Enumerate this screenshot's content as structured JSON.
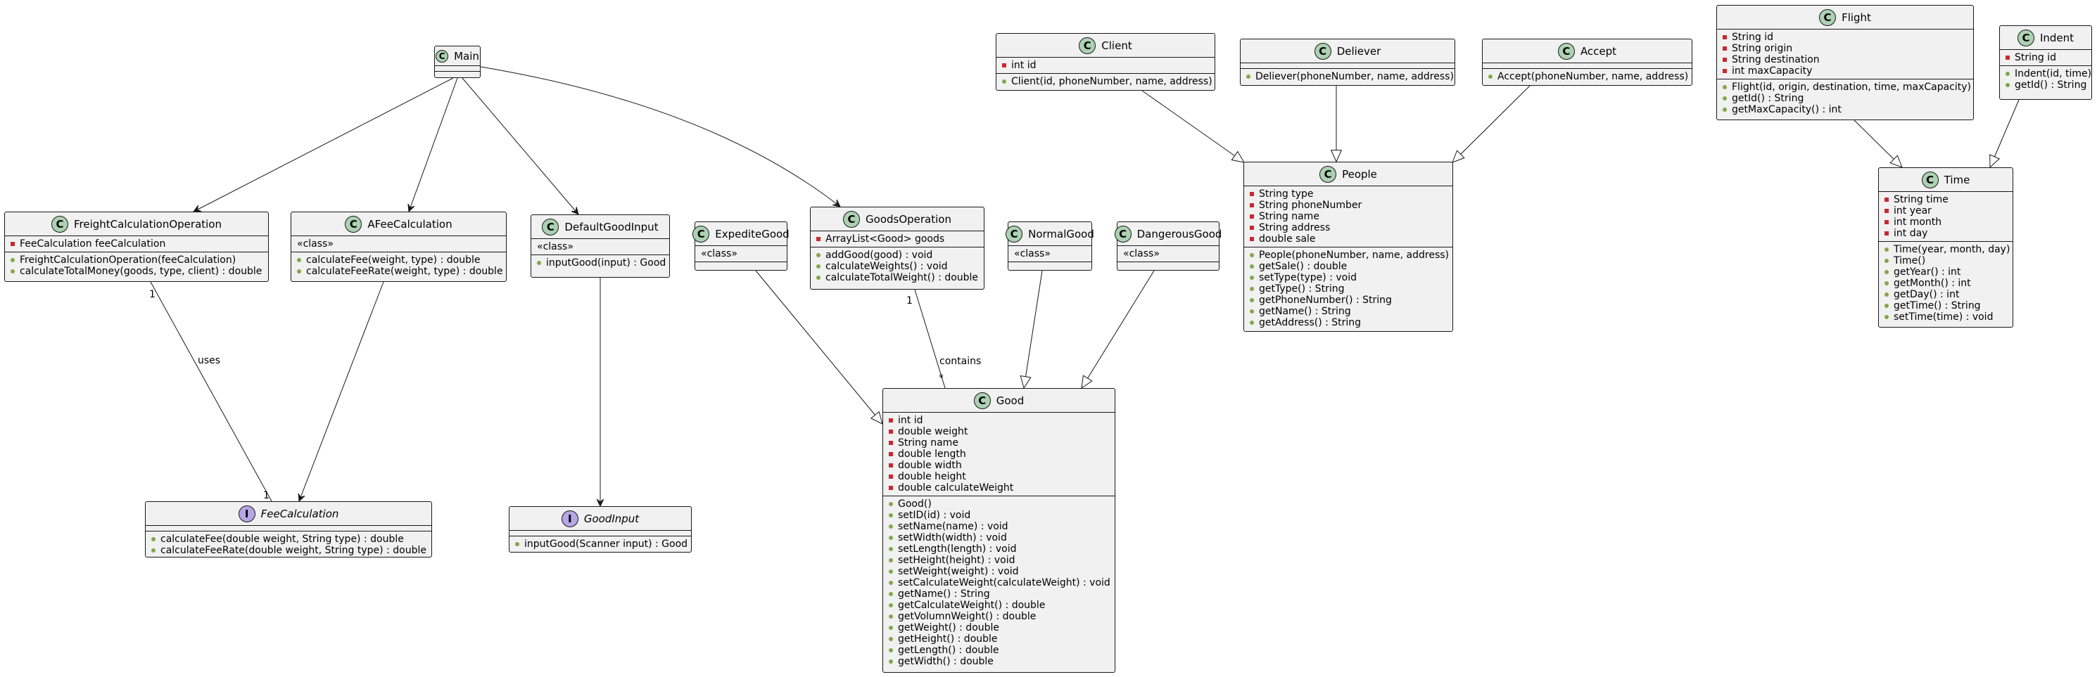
{
  "classes": [
    {
      "key": "Main",
      "name": "Main",
      "kind": "class",
      "stereotype": "",
      "fields": [],
      "methods": []
    },
    {
      "key": "FreightCalculationOperation",
      "name": "FreightCalculationOperation",
      "kind": "class",
      "stereotype": "",
      "fields": [
        {
          "vis": "private",
          "text": "FeeCalculation feeCalculation"
        }
      ],
      "methods": [
        {
          "vis": "public",
          "text": "FreightCalculationOperation(feeCalculation)"
        },
        {
          "vis": "public",
          "text": "calculateTotalMoney(goods, type, client) : double"
        }
      ]
    },
    {
      "key": "AFeeCalculation",
      "name": "AFeeCalculation",
      "kind": "class",
      "stereotype": "«class»",
      "fields": [],
      "methods": [
        {
          "vis": "public",
          "text": "calculateFee(weight, type) : double"
        },
        {
          "vis": "public",
          "text": "calculateFeeRate(weight, type) : double"
        }
      ]
    },
    {
      "key": "DefaultGoodInput",
      "name": "DefaultGoodInput",
      "kind": "class",
      "stereotype": "«class»",
      "fields": [],
      "methods": [
        {
          "vis": "public",
          "text": "inputGood(input) : Good"
        }
      ]
    },
    {
      "key": "ExpediteGood",
      "name": "ExpediteGood",
      "kind": "class",
      "stereotype": "«class»",
      "fields": [],
      "methods": []
    },
    {
      "key": "GoodsOperation",
      "name": "GoodsOperation",
      "kind": "class",
      "stereotype": "",
      "fields": [
        {
          "vis": "private",
          "text": "ArrayList<Good> goods"
        }
      ],
      "methods": [
        {
          "vis": "public",
          "text": "addGood(good) : void"
        },
        {
          "vis": "public",
          "text": "calculateWeights() : void"
        },
        {
          "vis": "public",
          "text": "calculateTotalWeight() : double"
        }
      ]
    },
    {
      "key": "NormalGood",
      "name": "NormalGood",
      "kind": "class",
      "stereotype": "«class»",
      "fields": [],
      "methods": []
    },
    {
      "key": "DangerousGood",
      "name": "DangerousGood",
      "kind": "class",
      "stereotype": "«class»",
      "fields": [],
      "methods": []
    },
    {
      "key": "Client",
      "name": "Client",
      "kind": "class",
      "stereotype": "",
      "fields": [
        {
          "vis": "private",
          "text": "int id"
        }
      ],
      "methods": [
        {
          "vis": "public",
          "text": "Client(id, phoneNumber, name, address)"
        }
      ]
    },
    {
      "key": "Deliever",
      "name": "Deliever",
      "kind": "class",
      "stereotype": "",
      "fields": [],
      "methods": [
        {
          "vis": "public",
          "text": "Deliever(phoneNumber, name, address)"
        }
      ]
    },
    {
      "key": "Accept",
      "name": "Accept",
      "kind": "class",
      "stereotype": "",
      "fields": [],
      "methods": [
        {
          "vis": "public",
          "text": "Accept(phoneNumber, name, address)"
        }
      ]
    },
    {
      "key": "Flight",
      "name": "Flight",
      "kind": "class",
      "stereotype": "",
      "fields": [
        {
          "vis": "private",
          "text": "String id"
        },
        {
          "vis": "private",
          "text": "String origin"
        },
        {
          "vis": "private",
          "text": "String destination"
        },
        {
          "vis": "private",
          "text": "int maxCapacity"
        }
      ],
      "methods": [
        {
          "vis": "public",
          "text": "Flight(id, origin, destination, time, maxCapacity)"
        },
        {
          "vis": "public",
          "text": "getId() : String"
        },
        {
          "vis": "public",
          "text": "getMaxCapacity() : int"
        }
      ]
    },
    {
      "key": "Indent",
      "name": "Indent",
      "kind": "class",
      "stereotype": "",
      "fields": [
        {
          "vis": "private",
          "text": "String id"
        }
      ],
      "methods": [
        {
          "vis": "public",
          "text": "Indent(id, time)"
        },
        {
          "vis": "public",
          "text": "getId() : String"
        }
      ]
    },
    {
      "key": "People",
      "name": "People",
      "kind": "class",
      "stereotype": "",
      "fields": [
        {
          "vis": "private",
          "text": "String type"
        },
        {
          "vis": "private",
          "text": "String phoneNumber"
        },
        {
          "vis": "private",
          "text": "String name"
        },
        {
          "vis": "private",
          "text": "String address"
        },
        {
          "vis": "private",
          "text": "double sale"
        }
      ],
      "methods": [
        {
          "vis": "public",
          "text": "People(phoneNumber, name, address)"
        },
        {
          "vis": "public",
          "text": "getSale() : double"
        },
        {
          "vis": "public",
          "text": "setType(type) : void"
        },
        {
          "vis": "public",
          "text": "getType() : String"
        },
        {
          "vis": "public",
          "text": "getPhoneNumber() : String"
        },
        {
          "vis": "public",
          "text": "getName() : String"
        },
        {
          "vis": "public",
          "text": "getAddress() : String"
        }
      ]
    },
    {
      "key": "Time",
      "name": "Time",
      "kind": "class",
      "stereotype": "",
      "fields": [
        {
          "vis": "private",
          "text": "String time"
        },
        {
          "vis": "private",
          "text": "int year"
        },
        {
          "vis": "private",
          "text": "int month"
        },
        {
          "vis": "private",
          "text": "int day"
        }
      ],
      "methods": [
        {
          "vis": "public",
          "text": "Time(year, month, day)"
        },
        {
          "vis": "public",
          "text": "Time()"
        },
        {
          "vis": "public",
          "text": "getYear() : int"
        },
        {
          "vis": "public",
          "text": "getMonth() : int"
        },
        {
          "vis": "public",
          "text": "getDay() : int"
        },
        {
          "vis": "public",
          "text": "getTime() : String"
        },
        {
          "vis": "public",
          "text": "setTime(time) : void"
        }
      ]
    },
    {
      "key": "Good",
      "name": "Good",
      "kind": "class",
      "stereotype": "",
      "fields": [
        {
          "vis": "private",
          "text": "int id"
        },
        {
          "vis": "private",
          "text": "double weight"
        },
        {
          "vis": "private",
          "text": "String name"
        },
        {
          "vis": "private",
          "text": "double length"
        },
        {
          "vis": "private",
          "text": "double width"
        },
        {
          "vis": "private",
          "text": "double height"
        },
        {
          "vis": "private",
          "text": "double calculateWeight"
        }
      ],
      "methods": [
        {
          "vis": "public",
          "text": "Good()"
        },
        {
          "vis": "public",
          "text": "setID(id) : void"
        },
        {
          "vis": "public",
          "text": "setName(name) : void"
        },
        {
          "vis": "public",
          "text": "setWidth(width) : void"
        },
        {
          "vis": "public",
          "text": "setLength(length) : void"
        },
        {
          "vis": "public",
          "text": "setHeight(height) : void"
        },
        {
          "vis": "public",
          "text": "setWeight(weight) : void"
        },
        {
          "vis": "public",
          "text": "setCalculateWeight(calculateWeight) : void"
        },
        {
          "vis": "public",
          "text": "getName() : String"
        },
        {
          "vis": "public",
          "text": "getCalculateWeight() : double"
        },
        {
          "vis": "public",
          "text": "getVolumnWeight() : double"
        },
        {
          "vis": "public",
          "text": "getWeight() : double"
        },
        {
          "vis": "public",
          "text": "getHeight() : double"
        },
        {
          "vis": "public",
          "text": "getLength() : double"
        },
        {
          "vis": "public",
          "text": "getWidth() : double"
        }
      ]
    },
    {
      "key": "FeeCalculation",
      "name": "FeeCalculation",
      "kind": "interface",
      "stereotype": "",
      "fields": [],
      "methods": [
        {
          "vis": "public",
          "text": "calculateFee(double weight, String type) : double"
        },
        {
          "vis": "public",
          "text": "calculateFeeRate(double weight, String type) : double"
        }
      ]
    },
    {
      "key": "GoodInput",
      "name": "GoodInput",
      "kind": "interface",
      "stereotype": "",
      "fields": [],
      "methods": [
        {
          "vis": "public",
          "text": "inputGood(Scanner input) : Good"
        }
      ]
    }
  ],
  "relations": [
    {
      "from": "Main",
      "to": "FreightCalculationOperation",
      "type": "dependency"
    },
    {
      "from": "Main",
      "to": "AFeeCalculation",
      "type": "dependency"
    },
    {
      "from": "Main",
      "to": "DefaultGoodInput",
      "type": "dependency"
    },
    {
      "from": "Main",
      "to": "GoodsOperation",
      "type": "dependency"
    },
    {
      "from": "FreightCalculationOperation",
      "to": "FeeCalculation",
      "type": "association",
      "label": "uses",
      "from_mult": "1",
      "to_mult": "1"
    },
    {
      "from": "AFeeCalculation",
      "to": "FeeCalculation",
      "type": "dependency"
    },
    {
      "from": "DefaultGoodInput",
      "to": "GoodInput",
      "type": "dependency"
    },
    {
      "from": "GoodsOperation",
      "to": "Good",
      "type": "association",
      "label": "contains",
      "from_mult": "1",
      "to_mult": "*"
    },
    {
      "from": "ExpediteGood",
      "to": "Good",
      "type": "inheritance"
    },
    {
      "from": "NormalGood",
      "to": "Good",
      "type": "inheritance"
    },
    {
      "from": "DangerousGood",
      "to": "Good",
      "type": "inheritance"
    },
    {
      "from": "Client",
      "to": "People",
      "type": "inheritance"
    },
    {
      "from": "Deliever",
      "to": "People",
      "type": "inheritance"
    },
    {
      "from": "Accept",
      "to": "People",
      "type": "inheritance"
    },
    {
      "from": "Flight",
      "to": "Time",
      "type": "inheritance"
    },
    {
      "from": "Indent",
      "to": "Time",
      "type": "inheritance"
    }
  ]
}
